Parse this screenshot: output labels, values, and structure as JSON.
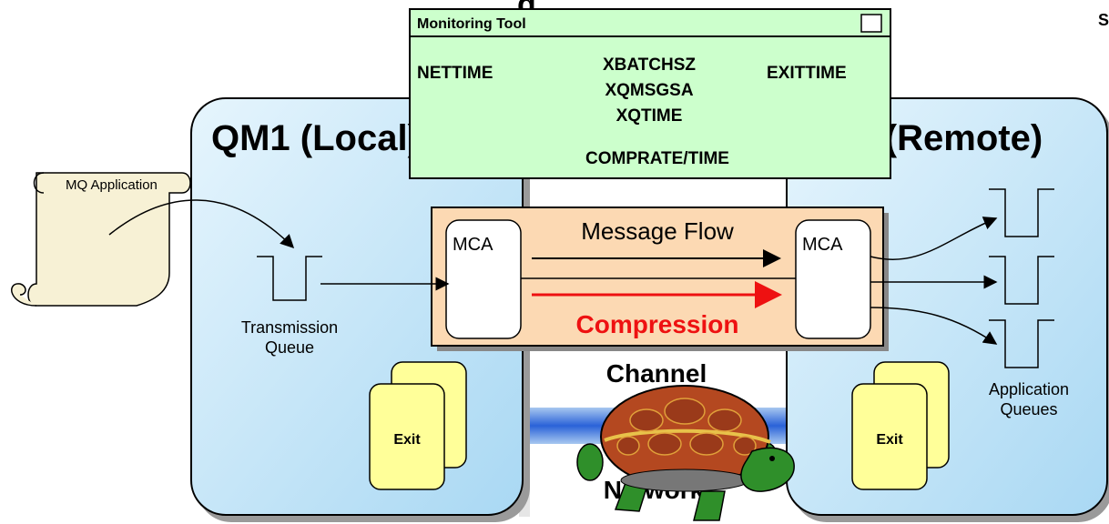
{
  "monitor": {
    "title": "Monitoring Tool",
    "left": "NETTIME",
    "right": "EXITTIME",
    "center": [
      "XBATCHSZ",
      "XQMSGSA",
      "XQTIME"
    ],
    "bottom": "COMPRATE/TIME"
  },
  "qm1": {
    "title": "QM1 (Local)",
    "queue_label": [
      "Transmission",
      "Queue"
    ],
    "exit_label": "Exit"
  },
  "qm2": {
    "title": "QM2 (Remote)",
    "queue_label": [
      "Application",
      "Queues"
    ],
    "exit_label": "Exit"
  },
  "app": {
    "label": "MQ Application"
  },
  "channel": {
    "mca_left": "MCA",
    "mca_right": "MCA",
    "flow_label": "Message Flow",
    "compression_label": "Compression",
    "label": "Channel"
  },
  "network": {
    "label": "Network"
  },
  "colors": {
    "qm_fill": "#bfe3f7",
    "monitor_fill": "#ccffcc",
    "channel_fill": "#fcd9b3",
    "exit_fill": "#ffff99",
    "compression": "#ee1111",
    "scroll_fill": "#f7f1d5"
  }
}
